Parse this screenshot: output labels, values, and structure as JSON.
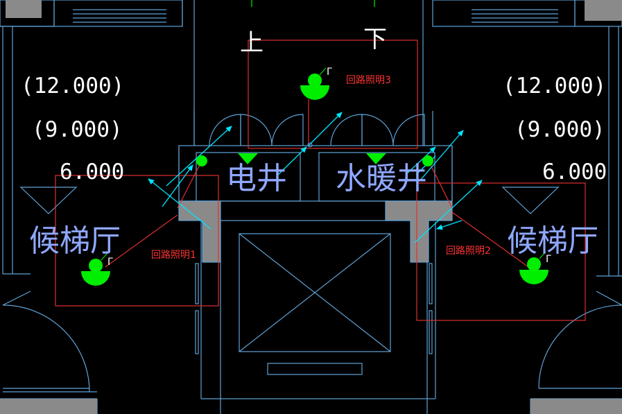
{
  "colors": {
    "background": "#000000",
    "wall_line": "#5fa3d8",
    "wall_fill": "#8a8a8a",
    "circuit": "#e03030",
    "fixture": "#00ee00",
    "arrow": "#00e5ff",
    "elevation_text": "#ffffff",
    "room_text": "#8fa8ff",
    "circuit_text": "#ff3b3b"
  },
  "stairs": {
    "up": "上",
    "down": "下"
  },
  "elevations": {
    "left": [
      "(12.000)",
      "(9.000)",
      "6.000"
    ],
    "right": [
      "(12.000)",
      "(9.000)",
      "6.000"
    ]
  },
  "rooms": {
    "left_lobby": "候梯厅",
    "right_lobby": "候梯厅",
    "electric_shaft": "电井",
    "water_heating_shaft": "水暖井"
  },
  "circuits": [
    "回路照明1",
    "回路照明2",
    "回路照明3"
  ],
  "fixture_tag": "Γ",
  "fixture_icon": "ceiling-lamp-icon"
}
